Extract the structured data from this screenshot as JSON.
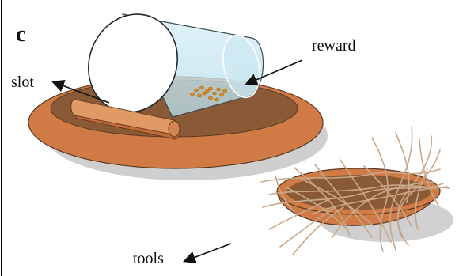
{
  "figure": {
    "panel_letter": "c",
    "labels": {
      "reward": "reward",
      "slot": "slot",
      "tools": "tools"
    }
  },
  "colors": {
    "tray_rim": "#d07a45",
    "tray_inner": "#8a5a36",
    "tray_shadow": "#c8c8c8",
    "block": "#d98b55",
    "cylinder": "#bfe2ee",
    "cylinder_open_end": "#ffffff",
    "reward_pellet": "#e08a1a",
    "bowl_outer": "#d07a45",
    "bowl_inner": "#8a5a36",
    "tool_fiber": "#c9a88a",
    "arrow": "#111111",
    "panel_border": "#000000"
  },
  "icons": {
    "arrow": "arrow-right-thin",
    "reward": "orange-pellet-cluster"
  }
}
